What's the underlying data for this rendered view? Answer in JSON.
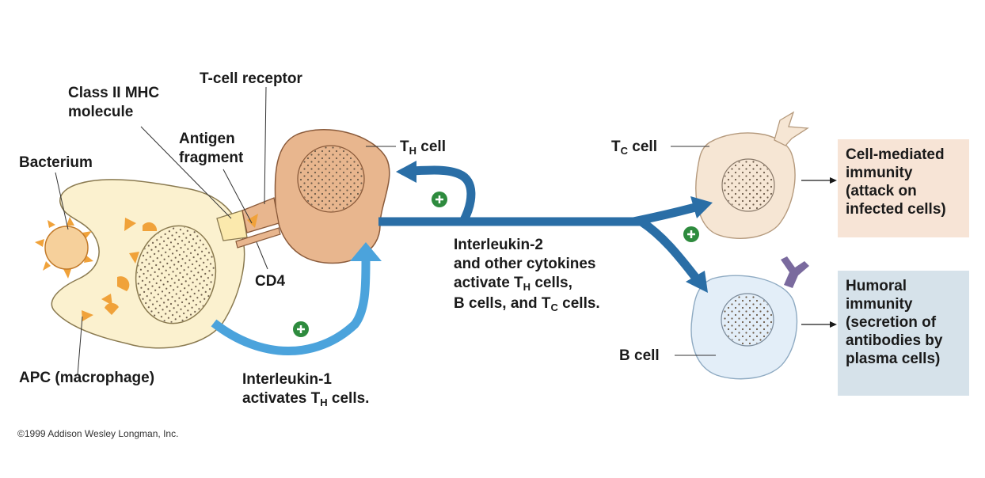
{
  "labels": {
    "t_cell_receptor": "T-cell receptor",
    "class_ii_mhc_line1": "Class II MHC",
    "class_ii_mhc_line2": "molecule",
    "antigen_fragment_line1": "Antigen",
    "antigen_fragment_line2": "fragment",
    "bacterium": "Bacterium",
    "cd4": "CD4",
    "apc": "APC (macrophage)",
    "th_cell_main": "T",
    "th_cell_sub": "H",
    "th_cell_suffix": " cell",
    "tc_cell_main": "T",
    "tc_cell_sub": "C",
    "tc_cell_suffix": " cell",
    "b_cell": "B cell",
    "il1_line1": "Interleukin-1",
    "il1_line2_main": "activates T",
    "il1_line2_sub": "H",
    "il1_line2_suffix": " cells.",
    "il2_line1": "Interleukin-2",
    "il2_line2": "and other cytokines",
    "il2_line3_main": "activate T",
    "il2_line3_sub": "H",
    "il2_line3_suffix": " cells,",
    "il2_line4_main": "B cells, and T",
    "il2_line4_sub": "C",
    "il2_line4_suffix": " cells.",
    "copyright": "©1999 Addison Wesley Longman, Inc."
  },
  "outcomes": {
    "cell_mediated": [
      "Cell-mediated",
      "immunity",
      "(attack on",
      "infected cells)"
    ],
    "humoral": [
      "Humoral",
      "immunity",
      "(secretion of",
      "antibodies by",
      "plasma cells)"
    ]
  },
  "colors": {
    "apc_fill": "#fbf1cf",
    "th_fill": "#e8b68e",
    "tc_fill": "#f6e6d4",
    "b_fill": "#e3eef8",
    "dark_arrow": "#2a6ea6",
    "light_arrow": "#4ba3dc",
    "plus_green": "#2e8b3e",
    "antigen_orange": "#f0a23a",
    "antibody_purple": "#7a6a9e",
    "cell_mediated_box": "#f7e4d6",
    "humoral_box": "#d6e2ea"
  }
}
